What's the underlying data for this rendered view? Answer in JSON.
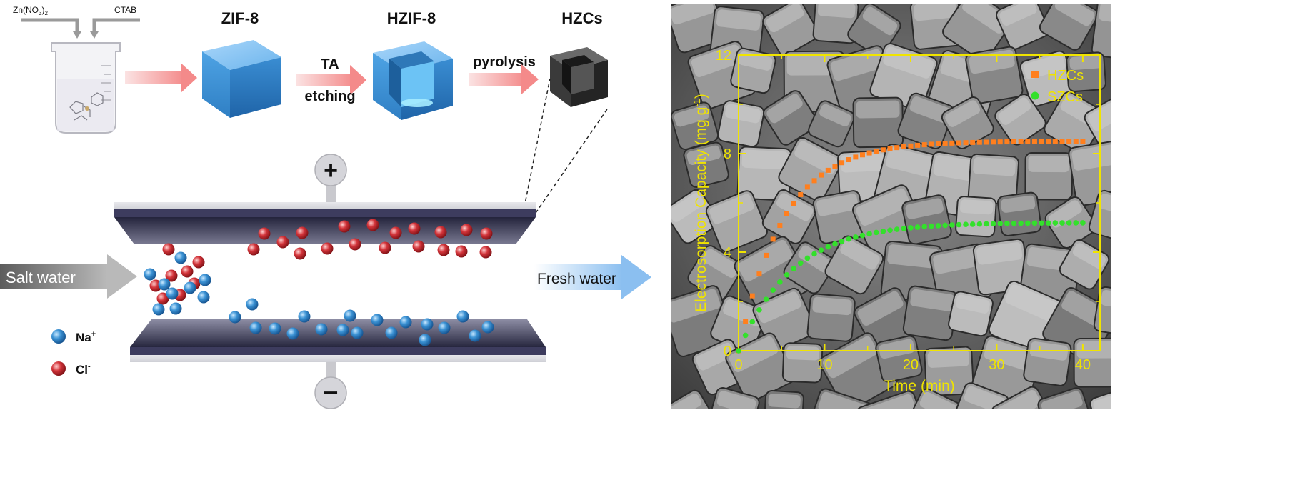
{
  "synthesis": {
    "reagent_left": "Zn(NO",
    "reagent_left_sub": "3",
    "reagent_left_close": ")",
    "reagent_left_sub2": "2",
    "reagent_right": "CTAB",
    "step1": "ZIF-8",
    "arrow2_top": "TA",
    "arrow2_bottom": "etching",
    "step2": "HZIF-8",
    "arrow3_top": "pyrolysis",
    "step3": "HZCs"
  },
  "cell": {
    "inlet": "Salt water",
    "outlet": "Fresh water",
    "positive": "+",
    "negative": "−"
  },
  "legend": {
    "na": "Na",
    "na_sup": "+",
    "cl": "Cl",
    "cl_sup": "-"
  },
  "colors": {
    "na_ion": "#2f86c8",
    "cl_ion": "#c0242a",
    "plate": "#3d3c5e",
    "cube_blue": "#5aa9e6",
    "chart_frame": "#f0e400",
    "series_hzcs": "#ff7f1e",
    "series_szcs": "#33e02b"
  },
  "chart_data": {
    "type": "scatter",
    "xlabel": "Time (min)",
    "ylabel": "Electrosorption Capacity (mg g",
    "ylabel_sup": "-1",
    "ylabel_close": ")",
    "xlim": [
      0,
      42
    ],
    "ylim": [
      0,
      12
    ],
    "xticks": [
      "0",
      "10",
      "20",
      "30",
      "40"
    ],
    "yticks": [
      "0",
      "4",
      "8",
      "12"
    ],
    "legend_position": "top-right",
    "series": [
      {
        "name": "HZCs",
        "marker": "square",
        "color": "#ff7f1e",
        "qmax": 8.5,
        "k": 0.19
      },
      {
        "name": "SZCs",
        "marker": "circle",
        "color": "#33e02b",
        "qmax": 5.2,
        "k": 0.16
      }
    ]
  }
}
